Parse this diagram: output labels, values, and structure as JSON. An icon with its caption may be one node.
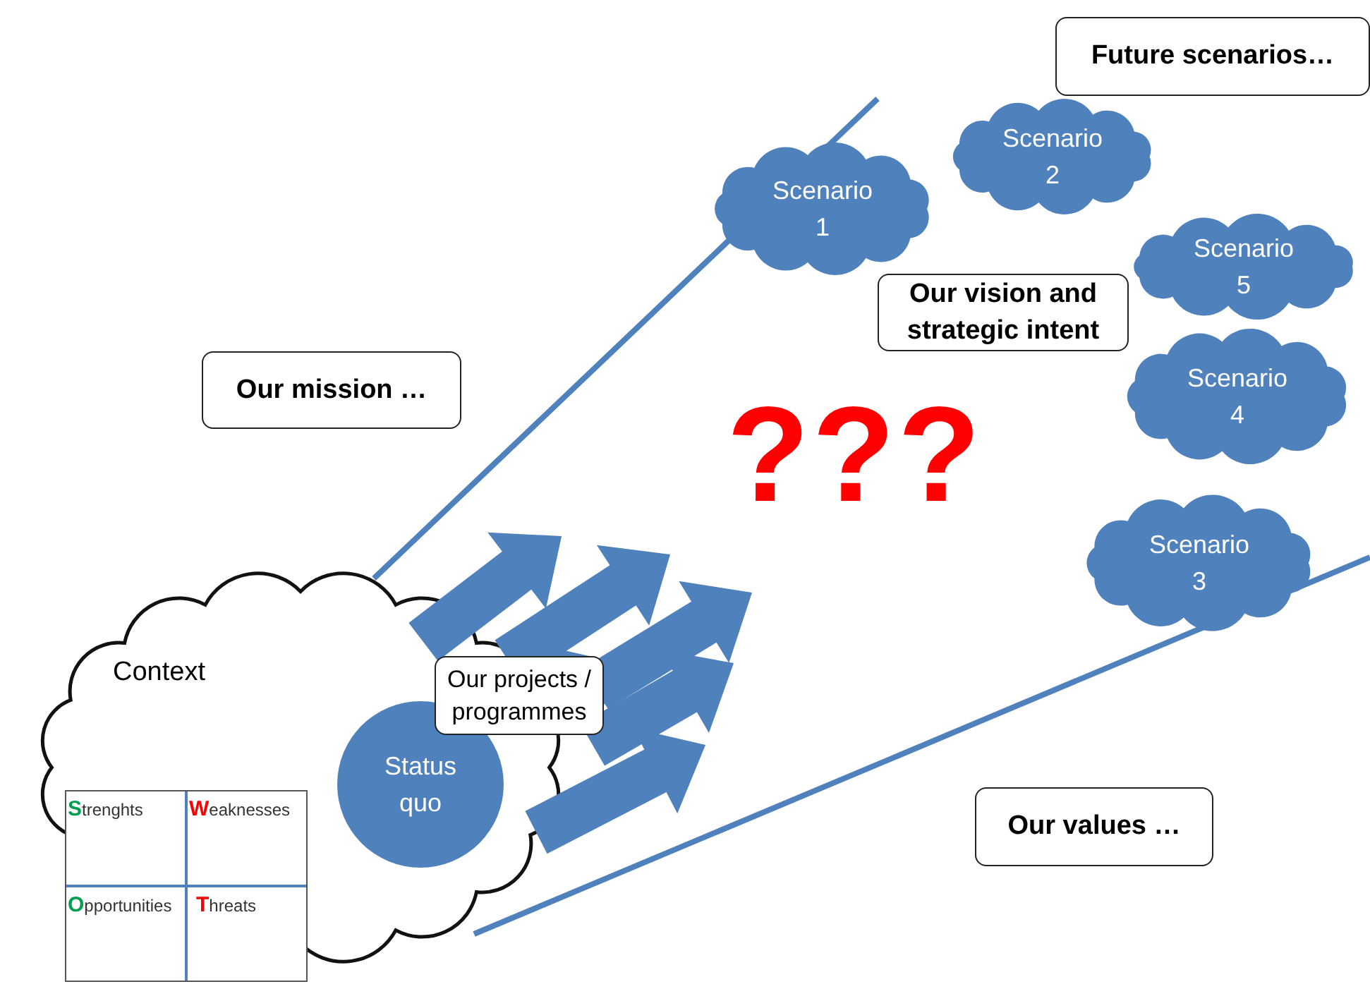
{
  "diagram": {
    "nodes": [
      {
        "text": [
          "Future scenarios…"
        ]
      },
      {
        "text": [
          "Scenario 1"
        ]
      },
      {
        "text": [
          "Scenario 2"
        ]
      },
      {
        "text": [
          "Scenario 5"
        ]
      },
      {
        "text": [
          "Our vision and strategic intent"
        ]
      },
      {
        "text": [
          "Our mission …"
        ]
      },
      {
        "text": [
          "Scenario 4"
        ]
      },
      {
        "text": [
          "Scenario 3"
        ]
      },
      {
        "text": [
          "Context"
        ]
      },
      {
        "text": [
          "Status quo"
        ],
        "in": 8
      },
      {
        "text": [
          "Our projects / programmes"
        ]
      },
      {
        "text": [
          "Our values …"
        ]
      }
    ],
    "labels": [
      "???",
      "Strenghts",
      "Weaknesses",
      "Opportunities",
      "Threats"
    ]
  }
}
